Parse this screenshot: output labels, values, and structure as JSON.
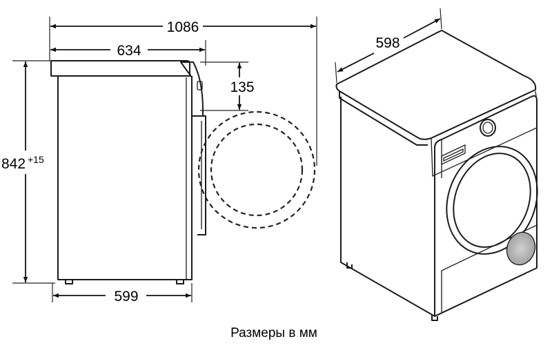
{
  "dimensions": {
    "total_depth_open": "1086",
    "top_depth": "634",
    "door_offset": "135",
    "height": "842",
    "height_tolerance": "+15",
    "base_depth": "599",
    "width": "598"
  },
  "caption": "Размеры в мм",
  "colors": {
    "line": "#1a1a1a",
    "fill_window": "#bdbdbd"
  }
}
